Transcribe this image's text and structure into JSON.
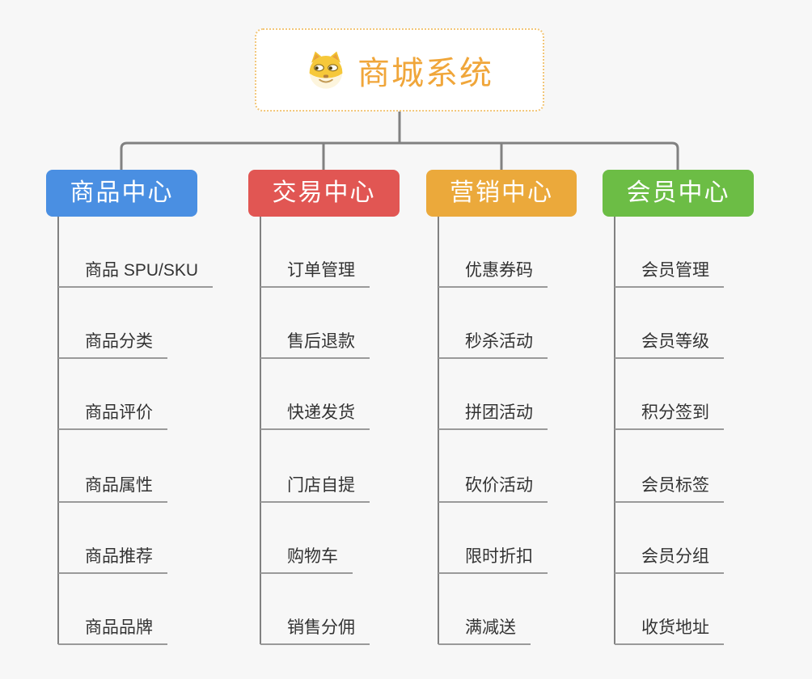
{
  "root": {
    "label": "商城系统",
    "icon": "doge-icon"
  },
  "branches": [
    {
      "label": "商品中心",
      "color": "#4a8fe2",
      "items": [
        "商品 SPU/SKU",
        "商品分类",
        "商品评价",
        "商品属性",
        "商品推荐",
        "商品品牌"
      ]
    },
    {
      "label": "交易中心",
      "color": "#e15653",
      "items": [
        "订单管理",
        "售后退款",
        "快递发货",
        "门店自提",
        "购物车",
        "销售分佣"
      ]
    },
    {
      "label": "营销中心",
      "color": "#eba93b",
      "items": [
        "优惠券码",
        "秒杀活动",
        "拼团活动",
        "砍价活动",
        "限时折扣",
        "满减送"
      ]
    },
    {
      "label": "会员中心",
      "color": "#6cbd45",
      "items": [
        "会员管理",
        "会员等级",
        "积分签到",
        "会员标签",
        "会员分组",
        "收货地址"
      ]
    }
  ],
  "colors": {
    "background": "#f7f7f7",
    "connector": "#818181",
    "underline": "#9a9a9a",
    "leaf_text": "#333333",
    "root_text": "#f0a63a",
    "root_border": "#f2c679"
  }
}
